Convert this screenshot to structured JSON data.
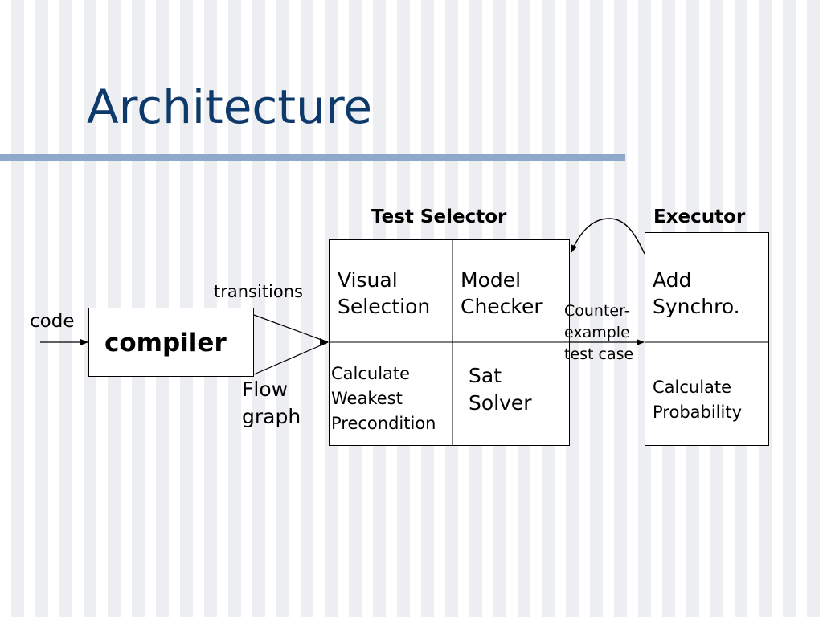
{
  "slide": {
    "title": "Architecture"
  },
  "diagram": {
    "input_label": "code",
    "compiler_label": "compiler",
    "edge_transitions": "transitions",
    "edge_flow_graph": "Flow\ngraph",
    "test_selector": {
      "heading": "Test Selector",
      "cells": {
        "visual_selection": "Visual\nSelection",
        "model_checker": "Model\nChecker",
        "calculate_weakest_precondition": "Calculate\nWeakest\nPrecondition",
        "sat_solver": "Sat\nSolver"
      }
    },
    "counterexample_label": "Counter-\nexample\ntest case",
    "executor": {
      "heading": "Executor",
      "cells": {
        "add_synchro": "Add\nSynchro.",
        "calculate_probability": "Calculate\nProbability"
      }
    }
  }
}
